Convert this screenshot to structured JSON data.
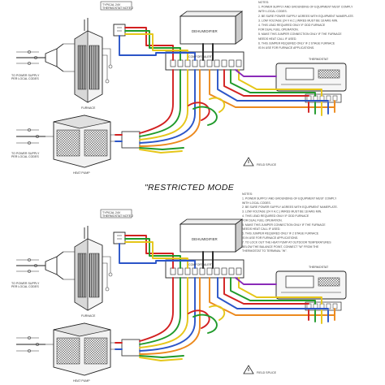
{
  "top": {
    "thermostat_tag_line1": "TYPICAL 24V",
    "thermostat_tag_line2": "THERMOSTAT NOTE 2",
    "dehum_label": "DEHUMIDIFIER",
    "board_label": "COMFORT ALERT",
    "tstat_label": "THERMOSTAT",
    "furnace_label": "FURNACE",
    "supply_line1": "TO POWER SUPPLY",
    "supply_line2": "PER LOCAL CODES",
    "hp_label": "HEAT PUMP",
    "legend": "FIELD SPLICE",
    "notes": [
      "NOTES:",
      "1. POWER SUPPLY AND GROUNDING OF EQUIPMENT MUST COMPLY",
      "   WITH LOCAL CODES.",
      "2. BE SURE POWER SUPPLY AGREES WITH EQUIPMENT NAMEPLATE.",
      "3. LOW VOLTAGE (24 V A.C.) WIRES MUST BE 18 AWG MIN.",
      "4. THIS LEAD REQUIRED ONLY IF ODD FURNACE",
      "   FOR DUAL FUEL OPERATION.",
      "5. MAKE THIS JUMPER CONNECTION ONLY IF THE FURNACE",
      "   NEEDS HEAT CALL IF USED.",
      "6. THIS JUMPER REQUIRED ONLY IF 2 STAGE FURNACE",
      "   IS IN USE FOR FURNACE APPLICATIONS."
    ]
  },
  "restricted": {
    "heading": "\"RESTRICTED MODE",
    "thermostat_tag_line1": "TYPICAL 24V",
    "thermostat_tag_line2": "THERMOSTAT NOTE 2",
    "dehum_label": "DEHUMIDIFIER",
    "board_label": "COMFORT ALERT",
    "tstat_label": "THERMOSTAT",
    "furnace_label": "FURNACE",
    "supply_line1": "TO POWER SUPPLY",
    "supply_line2": "PER LOCAL CODES",
    "hp_label": "HEAT PUMP",
    "legend": "FIELD SPLICE",
    "notes": [
      "NOTES:",
      "1. POWER SUPPLY AND GROUNDING OF EQUIPMENT MUST COMPLY",
      "   WITH LOCAL CODES.",
      "2. BE SURE POWER SUPPLY AGREES WITH EQUIPMENT NAMEPLATE.",
      "3. LOW VOLTAGE (24 V A.C.) WIRES MUST BE 18 AWG MIN.",
      "4. THIS LEAD REQUIRED ONLY IF ODD FURNACE",
      "   FOR DUAL FUEL OPERATION.",
      "5. MAKE THIS JUMPER CONNECTION ONLY IF THE FURNACE",
      "   NEEDS HEAT CALL IF USED.",
      "6. THIS JUMPER REQUIRED ONLY IF 2 STAGE FURNACE",
      "   IS IN USE FOR FURNACE APPLICATIONS.",
      "7. TO LOCK OUT THE HEAT PUMP AT OUTDOOR TEMPERATURES",
      "   BELOW THE BALANCE POINT, CONNECT \"W\" FROM THE",
      "   THERMOSTAT TO TERMINAL \"W\"."
    ]
  },
  "wire_colors": {
    "red": "#d22020",
    "green": "#1f9a2a",
    "yellow": "#e6c619",
    "blue": "#2b55c8",
    "orange": "#ec8a1e",
    "purple": "#8a2bb8",
    "black": "#222222"
  }
}
